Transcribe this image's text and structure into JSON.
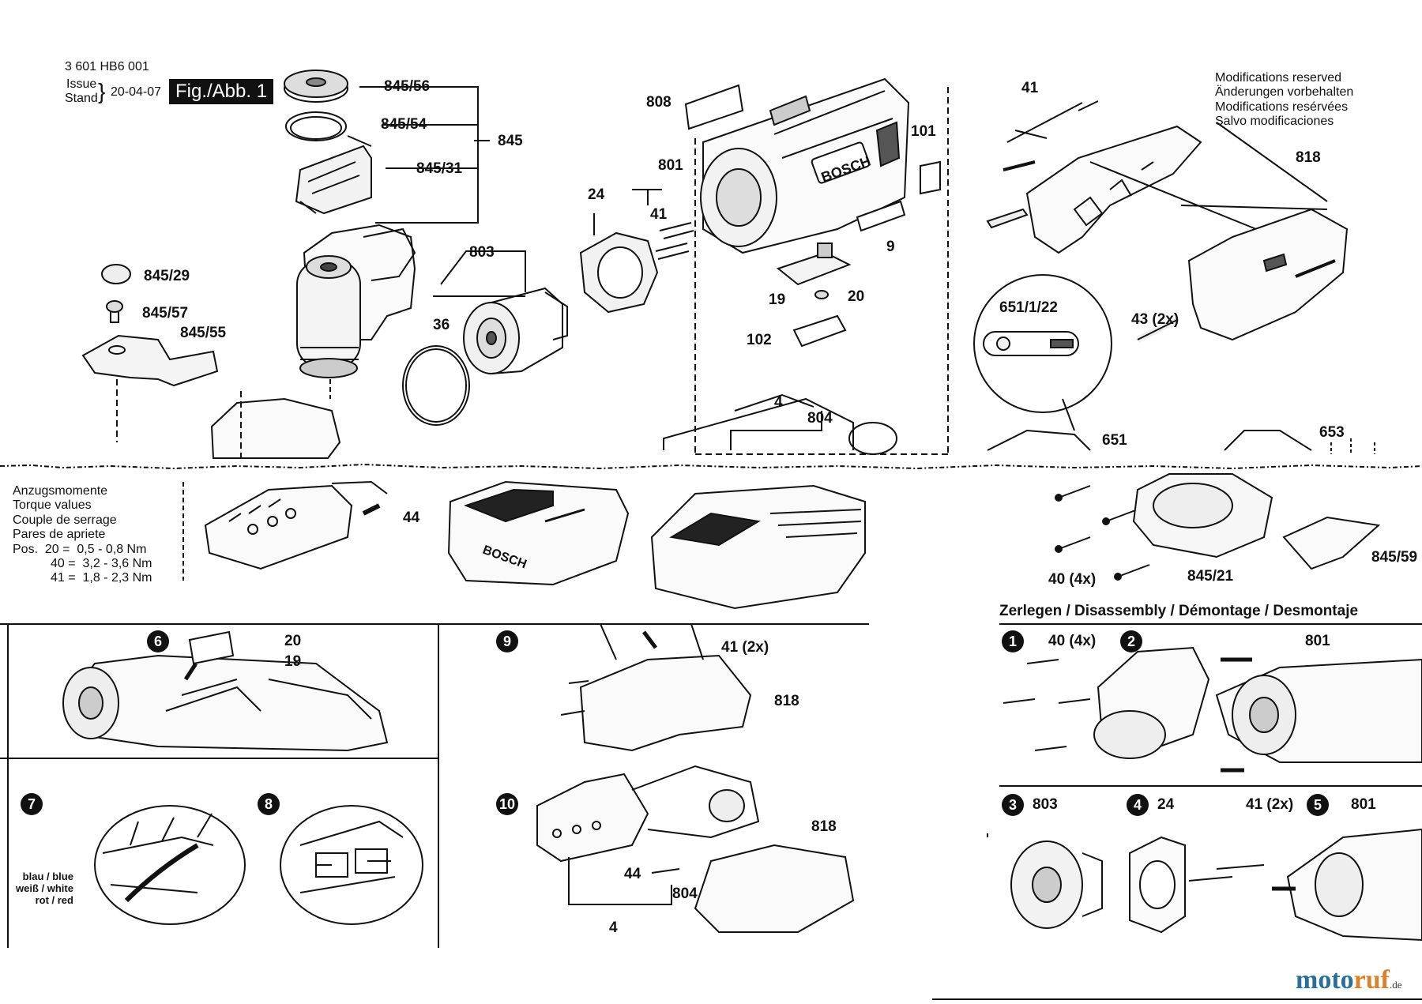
{
  "header": {
    "part_number": "3 601 HB6 001",
    "issue_label": "Issue",
    "stand_label": "Stand",
    "date": "20-04-07",
    "figure_label": "Fig./Abb. 1"
  },
  "notice": [
    "Modifications reserved",
    "Änderungen vorbehalten",
    "Modifications resérvées",
    "Salvo modificaciones"
  ],
  "torque": {
    "titles": [
      "Anzugsmomente",
      "Torque values",
      "Couple de serrage",
      "Pares de apriete"
    ],
    "rows": [
      "Pos.  20 =  0,5 - 0,8 Nm",
      "40 =  3,2 - 3,6 Nm",
      "41 =  1,8 - 2,3 Nm"
    ]
  },
  "disassembly_heading": "Zerlegen / Disassembly / Démontage / Desmontaje",
  "part_labels": {
    "p845_56": "845/56",
    "p845_54": "845/54",
    "p845": "845",
    "p845_31": "845/31",
    "p845_29": "845/29",
    "p845_57": "845/57",
    "p845_55": "845/55",
    "p808": "808",
    "p801": "801",
    "p41": "41",
    "p24": "24",
    "p803": "803",
    "p36": "36",
    "p101": "101",
    "p9": "9",
    "p19": "19",
    "p20": "20",
    "p102": "102",
    "p41b": "41",
    "p818": "818",
    "p651_1_22": "651/1/22",
    "p43": "43 (2x)",
    "p4": "4",
    "p804": "804",
    "p651": "651",
    "p653": "653",
    "p44": "44",
    "p40": "40 (4x)",
    "p845_21": "845/21",
    "p845_59": "845/59"
  },
  "steps": {
    "s6": {
      "num": "6",
      "a": "20",
      "b": "19"
    },
    "s7": {
      "num": "7"
    },
    "s8": {
      "num": "8"
    },
    "s9": {
      "num": "9",
      "a": "41 (2x)",
      "b": "818"
    },
    "s10": {
      "num": "10",
      "a": "818",
      "b": "44",
      "c": "804",
      "d": "4"
    },
    "s1": {
      "num": "1",
      "a": "40 (4x)"
    },
    "s2": {
      "num": "2",
      "a": "801"
    },
    "s3": {
      "num": "3",
      "a": "803"
    },
    "s4": {
      "num": "4",
      "a": "24",
      "b": "41 (2x)"
    },
    "s5": {
      "num": "5",
      "a": "801"
    }
  },
  "wire_colors": [
    "blau / blue",
    "weiß / white",
    "rot / red"
  ],
  "logo": {
    "main_a": "moto",
    "main_b": "ruf",
    "suffix": ".de"
  }
}
